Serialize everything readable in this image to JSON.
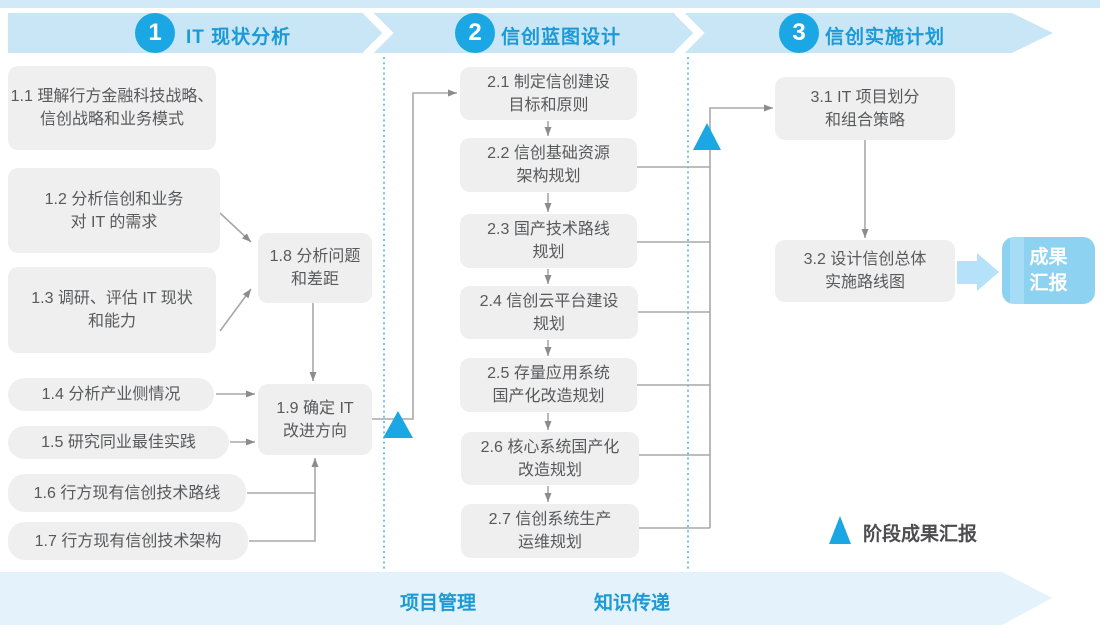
{
  "header": {
    "phases": [
      {
        "number": "1",
        "label": "IT 现状分析"
      },
      {
        "number": "2",
        "label": "信创蓝图设计"
      },
      {
        "number": "3",
        "label": "信创实施计划"
      }
    ]
  },
  "boxes": [
    {
      "id": "1.1",
      "lines": [
        "1.1 理解行方金融科技战略、",
        "信创战略和业务模式"
      ]
    },
    {
      "id": "1.2",
      "lines": [
        "1.2 分析信创和业务",
        "对 IT 的需求"
      ]
    },
    {
      "id": "1.3",
      "lines": [
        "1.3 调研、评估 IT 现状",
        "和能力"
      ]
    },
    {
      "id": "1.4",
      "lines": [
        "1.4 分析产业侧情况"
      ]
    },
    {
      "id": "1.5",
      "lines": [
        "1.5 研究同业最佳实践"
      ]
    },
    {
      "id": "1.6",
      "lines": [
        "1.6 行方现有信创技术路线"
      ]
    },
    {
      "id": "1.7",
      "lines": [
        "1.7 行方现有信创技术架构"
      ]
    },
    {
      "id": "1.8",
      "lines": [
        "1.8 分析问题",
        "和差距"
      ]
    },
    {
      "id": "1.9",
      "lines": [
        "1.9 确定 IT",
        "改进方向"
      ]
    },
    {
      "id": "2.1",
      "lines": [
        "2.1 制定信创建设",
        "目标和原则"
      ]
    },
    {
      "id": "2.2",
      "lines": [
        "2.2 信创基础资源",
        "架构规划"
      ]
    },
    {
      "id": "2.3",
      "lines": [
        "2.3 国产技术路线",
        "规划"
      ]
    },
    {
      "id": "2.4",
      "lines": [
        "2.4 信创云平台建设",
        "规划"
      ]
    },
    {
      "id": "2.5",
      "lines": [
        "2.5 存量应用系统",
        "国产化改造规划"
      ]
    },
    {
      "id": "2.6",
      "lines": [
        "2.6 核心系统国产化",
        "改造规划"
      ]
    },
    {
      "id": "2.7",
      "lines": [
        "2.7 信创系统生产",
        "运维规划"
      ]
    },
    {
      "id": "3.1",
      "lines": [
        "3.1 IT 项目划分",
        "和组合策略"
      ]
    },
    {
      "id": "3.2",
      "lines": [
        "3.2 设计信创总体",
        "实施路线图"
      ]
    }
  ],
  "result_box": {
    "lines": [
      "成果",
      "汇报"
    ]
  },
  "legend": {
    "label": "阶段成果汇报"
  },
  "footer": {
    "items": [
      "项目管理",
      "知识传递"
    ]
  },
  "colors": {
    "phase_band": "#C9E6F7",
    "footer_band": "#E3F2FB",
    "accent_blue": "#1BA7E4",
    "phase_text": "#1B9AD5",
    "box_bg": "#EFEFEF",
    "box_text": "#58595B",
    "connector_gray": "#A8A8A8",
    "result_box_bg": "#8DD2F1",
    "result_box_text": "#FFFFFF"
  }
}
